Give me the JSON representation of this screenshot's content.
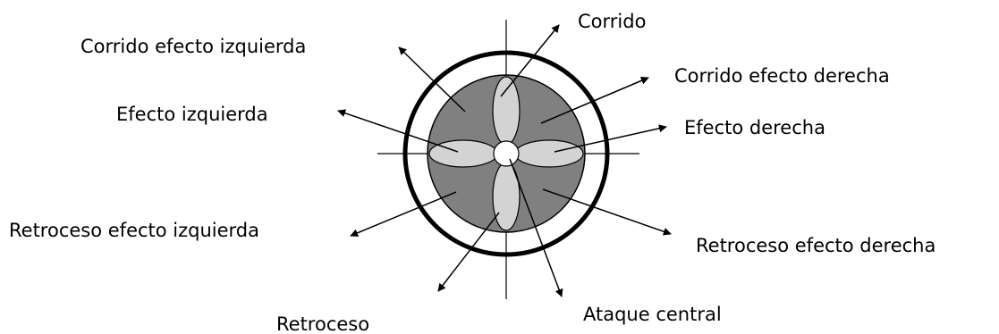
{
  "diagram": {
    "labels": {
      "corrido": "Corrido",
      "corrido_efecto_izquierda": "Corrido efecto izquierda",
      "corrido_efecto_derecha": "Corrido efecto derecha",
      "efecto_izquierda": "Efecto izquierda",
      "efecto_derecha": "Efecto derecha",
      "retroceso_efecto_izquierda": "Retroceso efecto izquierda",
      "retroceso_efecto_derecha": "Retroceso efecto derecha",
      "ataque_central": "Ataque central",
      "retroceso": "Retroceso"
    },
    "colors": {
      "ball_fill": "#808080",
      "petal_fill": "#d3d3d3",
      "outline": "#000000",
      "background": "#ffffff"
    }
  }
}
